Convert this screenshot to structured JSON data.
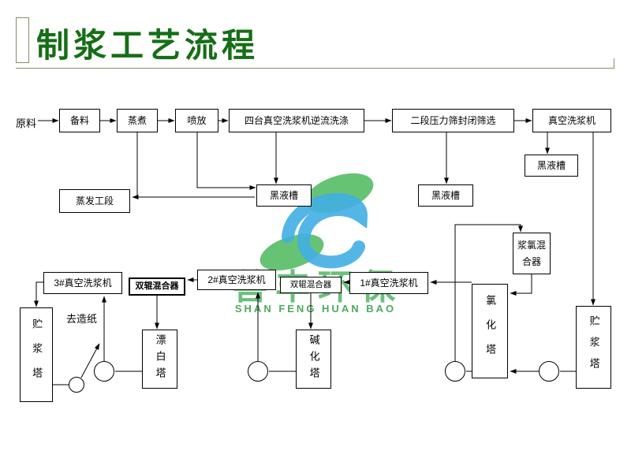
{
  "slide": {
    "title": "制浆工艺流程",
    "title_color": "#156e15",
    "frame_color": "#8c8c66"
  },
  "logo": {
    "cn": "善丰环保",
    "en": "SHAN FENG HUAN BAO",
    "green": "#4cb85c",
    "blue": "#41aee3"
  },
  "flow": {
    "labels": {
      "raw_material": "原料",
      "to_paper": "去造纸"
    },
    "nodes": {
      "prep": {
        "label": "备料"
      },
      "cook": {
        "label": "蒸煮"
      },
      "blow": {
        "label": "喷放"
      },
      "counter_wash": {
        "label": "四台真空洗浆机逆流洗涤"
      },
      "pressure_screen": {
        "label": "二段压力筛封闭筛选"
      },
      "vacuum_washer": {
        "label": "真空洗浆机"
      },
      "black_liquor_right": {
        "label": "黑液槽"
      },
      "evaporation": {
        "label": "蒸发工段"
      },
      "black_liquor_mid": {
        "label": "黑液槽"
      },
      "black_liquor_mid2": {
        "label": "黑液槽"
      },
      "washer3": {
        "label": "3#真空洗浆机"
      },
      "roll_mixer_left": {
        "label": "双辊混合器"
      },
      "washer2": {
        "label": "2#真空洗浆机"
      },
      "roll_mixer_right": {
        "label": "双辊混合器"
      },
      "washer1": {
        "label": "1#真空洗浆机"
      },
      "pulp_chlorine_mixer": {
        "label": "浆氯混合器"
      },
      "chlorination_tower": {
        "label": "氯化塔"
      },
      "stock_tower_right": {
        "label": "贮浆塔"
      },
      "stock_tower_left": {
        "label": "贮浆塔"
      },
      "bleach_tower": {
        "label": "漂白塔"
      },
      "alkali_tower": {
        "label": "碱化塔"
      }
    }
  }
}
